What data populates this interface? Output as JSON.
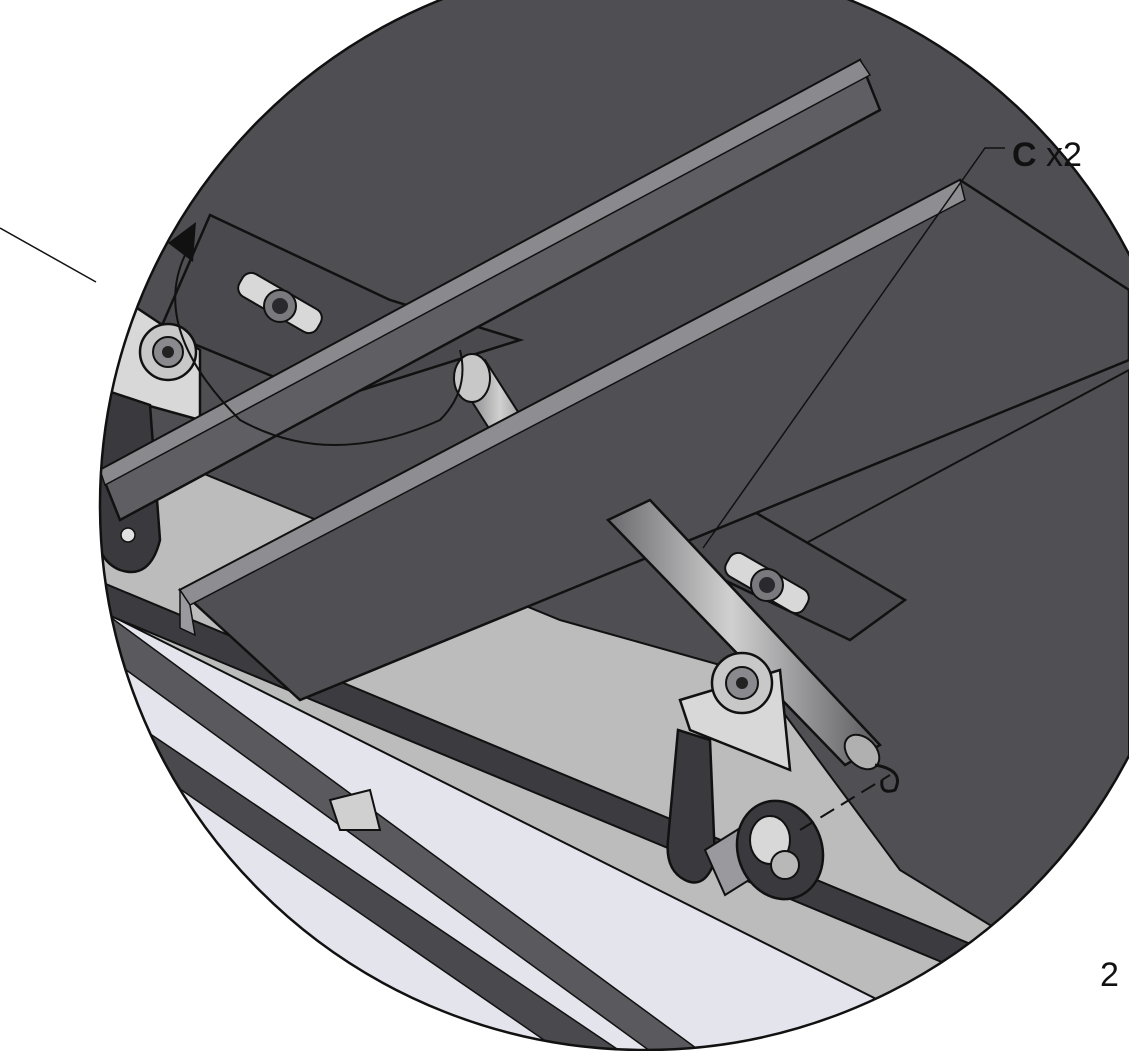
{
  "callout": {
    "letter": "C",
    "quantity": "x2"
  },
  "edge_label": "2",
  "colors": {
    "dark_panel": "#4a4a4e",
    "mid_panel": "#5a5a5e",
    "light_panel": "#bdbdbd",
    "pale_panel": "#e4e4ec",
    "outline": "#111111",
    "part_light": "#d8d8d8"
  }
}
